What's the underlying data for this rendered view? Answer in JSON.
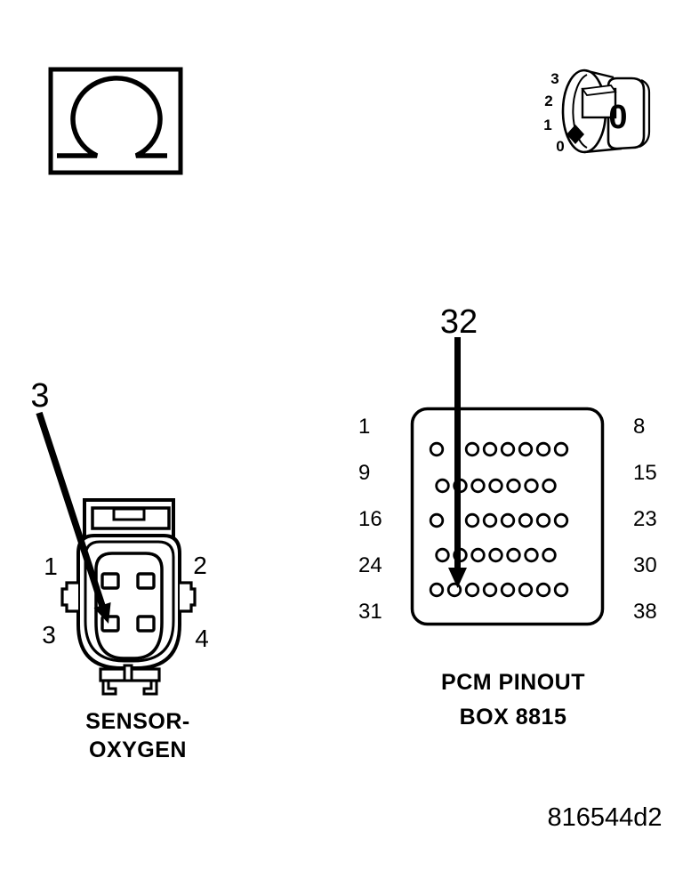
{
  "ohmmeter": {
    "icon": "omega-icon"
  },
  "dial": {
    "scale_labels": [
      "3",
      "2",
      "1",
      "0"
    ],
    "display_value": "0"
  },
  "sensor_connector": {
    "callout_label": "3",
    "pin_labels": {
      "top_left": "1",
      "top_right": "2",
      "bottom_left": "3",
      "bottom_right": "4"
    },
    "caption": [
      "SENSOR-",
      "OXYGEN"
    ]
  },
  "pcm_connector": {
    "callout_label": "32",
    "row_start_labels": [
      "1",
      "9",
      "16",
      "24",
      "31"
    ],
    "row_end_labels": [
      "8",
      "15",
      "23",
      "30",
      "38"
    ],
    "row_pin_counts": [
      8,
      7,
      8,
      7,
      8
    ],
    "caption": [
      "PCM PINOUT",
      "BOX 8815"
    ]
  },
  "figure_id": "816544d2"
}
